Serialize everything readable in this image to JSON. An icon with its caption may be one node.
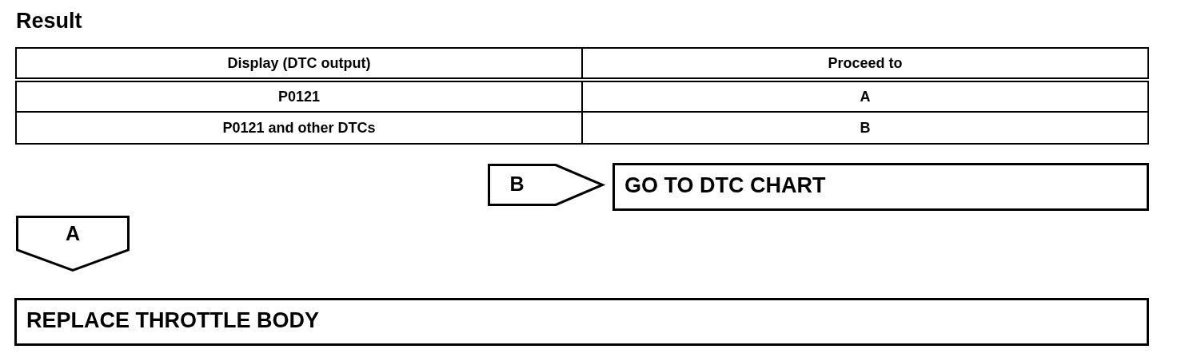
{
  "diagram": {
    "title": "Result",
    "nodes": [
      {
        "text": [
          "B"
        ]
      },
      {
        "text": [
          "GO TO DTC CHART"
        ]
      },
      {
        "text": [
          "A"
        ]
      },
      {
        "text": [
          "REPLACE THROTTLE BODY"
        ]
      }
    ],
    "labels": [
      "Display (DTC output)",
      "Proceed to",
      "P0121",
      "A",
      "P0121 and other DTCs",
      "B"
    ]
  }
}
